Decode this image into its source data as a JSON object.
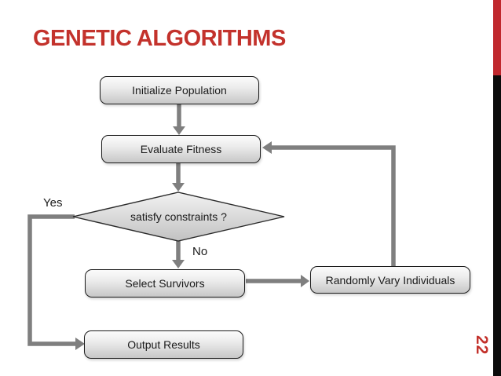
{
  "slide": {
    "title": "GENETIC ALGORITHMS",
    "page_number": "22",
    "colors": {
      "title_red": "#c3322c",
      "sidebar_red": "#c0282e",
      "sidebar_black": "#0b0b0b",
      "connector_gray": "#7f7f7f",
      "node_fill_top": "#fbfbfb",
      "node_fill_bottom": "#c7c7c7",
      "node_border": "#1c1c1c"
    }
  },
  "flowchart": {
    "nodes": [
      {
        "id": "initialize",
        "type": "process",
        "label": "Initialize Population"
      },
      {
        "id": "evaluate",
        "type": "process",
        "label": "Evaluate Fitness"
      },
      {
        "id": "constraints",
        "type": "decision",
        "label": "satisfy constraints ?"
      },
      {
        "id": "select",
        "type": "process",
        "label": "Select Survivors"
      },
      {
        "id": "random",
        "type": "process",
        "label": "Randomly Vary Individuals"
      },
      {
        "id": "output",
        "type": "process",
        "label": "Output Results"
      }
    ],
    "edge_labels": {
      "yes": "Yes",
      "no": "No"
    }
  }
}
